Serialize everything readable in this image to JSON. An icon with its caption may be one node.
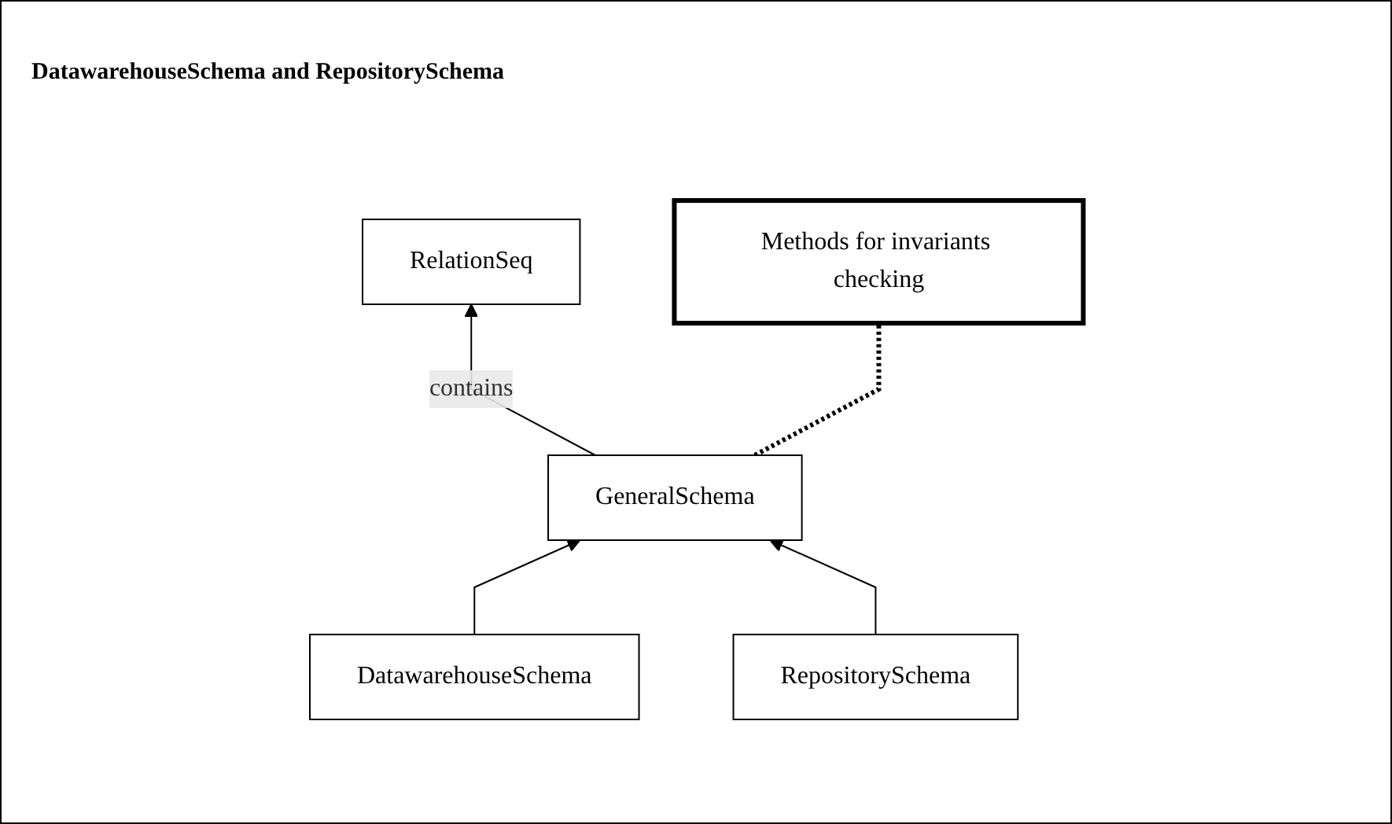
{
  "diagram": {
    "title": "DatawarehouseSchema and RepositorySchema",
    "nodes": [
      {
        "text": [
          "RelationSeq"
        ]
      },
      {
        "text": [
          "GeneralSchema"
        ]
      },
      {
        "text": [
          "Methods for invariants checking"
        ]
      },
      {
        "text": [
          "DatawarehouseSchema"
        ]
      },
      {
        "text": [
          "RepositorySchema"
        ]
      }
    ],
    "edges": [
      {
        "from": 1,
        "to": 0,
        "arrow": "to",
        "label": "contains"
      },
      {
        "from": 3,
        "to": 1,
        "arrow": "to"
      },
      {
        "from": 4,
        "to": 1,
        "arrow": "to"
      },
      {
        "from": 1,
        "to": 2,
        "arrow": "none",
        "style": "dashed"
      }
    ]
  }
}
